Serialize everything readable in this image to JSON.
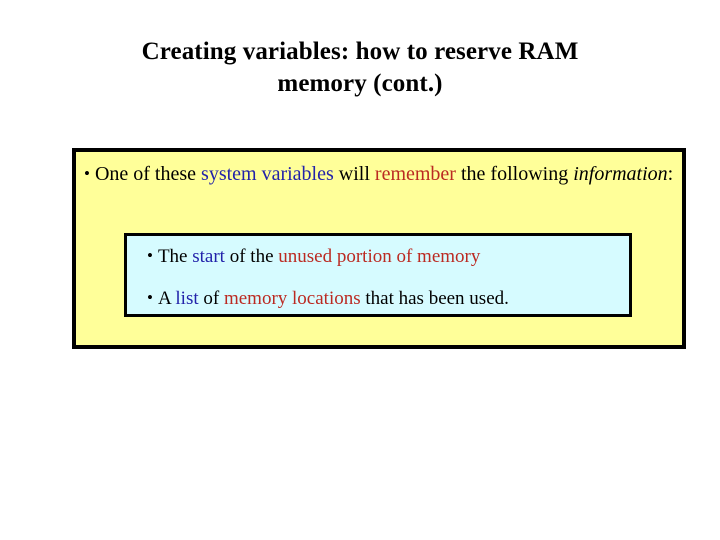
{
  "slide": {
    "title_lines": [
      "Creating variables: how to reserve RAM",
      "memory (cont.)"
    ],
    "colors": {
      "outer_box_background": "#ffff99",
      "inner_box_background": "#d6fbff",
      "box_border": "#000000",
      "emphasis_blue": "#2222aa",
      "emphasis_red": "#bb2a22",
      "body_text": "#000000",
      "slide_background": "#ffffff"
    },
    "bullet_glyph": "•",
    "outer_bullet": {
      "runs": [
        {
          "text": "One of these ",
          "style": "black"
        },
        {
          "text": "system variables",
          "style": "blue"
        },
        {
          "text": " will ",
          "style": "black"
        },
        {
          "text": "remember",
          "style": "red"
        },
        {
          "text": " the following ",
          "style": "black"
        },
        {
          "text": "information",
          "style": "black-italic"
        },
        {
          "text": ":",
          "style": "black"
        }
      ]
    },
    "inner_bullets": [
      {
        "runs": [
          {
            "text": "The ",
            "style": "black"
          },
          {
            "text": "start",
            "style": "blue"
          },
          {
            "text": " of the ",
            "style": "black"
          },
          {
            "text": "unused portion of memory",
            "style": "red"
          }
        ]
      },
      {
        "runs": [
          {
            "text": "A ",
            "style": "black"
          },
          {
            "text": "list",
            "style": "blue"
          },
          {
            "text": " of ",
            "style": "black"
          },
          {
            "text": "memory locations",
            "style": "red"
          },
          {
            "text": " that has been used.",
            "style": "black"
          }
        ]
      }
    ]
  }
}
